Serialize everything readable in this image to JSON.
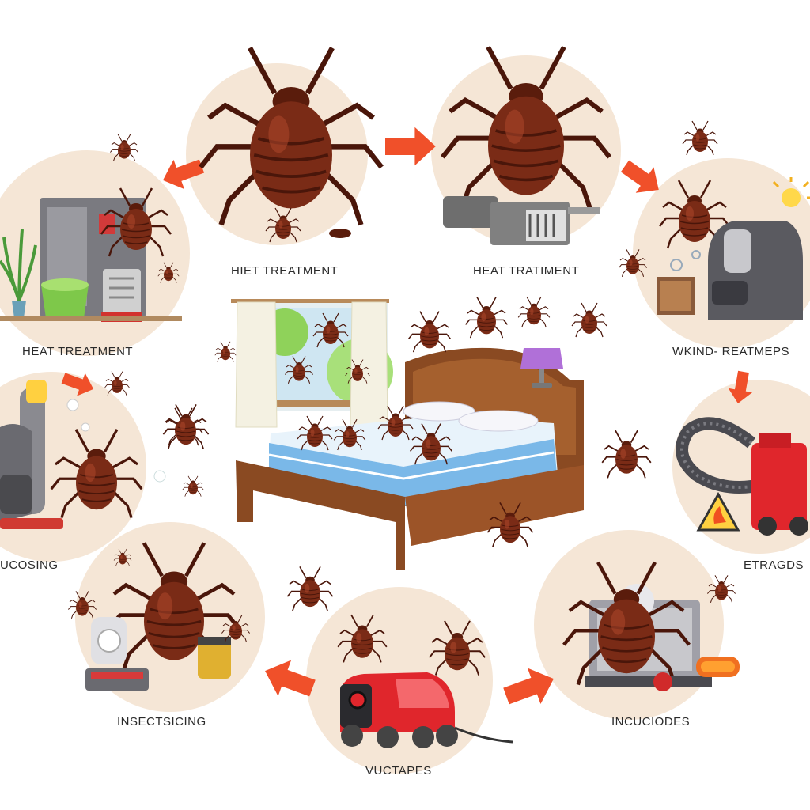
{
  "labels": {
    "top_left": "HIET TREATMENT",
    "top_right": "HEAT TRATIMENT",
    "left_upper": "HEAT TREATMENT",
    "right_upper": "WKIND- REATMEPS",
    "left_middle": "UCOSING",
    "right_middle": "ETRAGDS",
    "bottom_left": "INSECTSICING",
    "bottom_right": "INCUCIODES",
    "bottom_center": "VUCTAPES"
  },
  "colors": {
    "circle_fill": "#f5e6d6",
    "arrow": "#f0502a",
    "bug_body": "#7a2b16",
    "bug_dark": "#4a160a",
    "bed_wood": "#8a4a22",
    "mattress": "#e8f3fb",
    "mattress_side": "#7ab8e8",
    "vacuum_red": "#e0262c",
    "lamp_purple": "#b070d8"
  },
  "icons": [
    "bedbug-icon",
    "bed-icon",
    "vacuum-icon",
    "steamer-icon",
    "heater-icon",
    "lamp-icon",
    "window-icon",
    "arrow-icon",
    "warning-icon",
    "plant-icon"
  ]
}
